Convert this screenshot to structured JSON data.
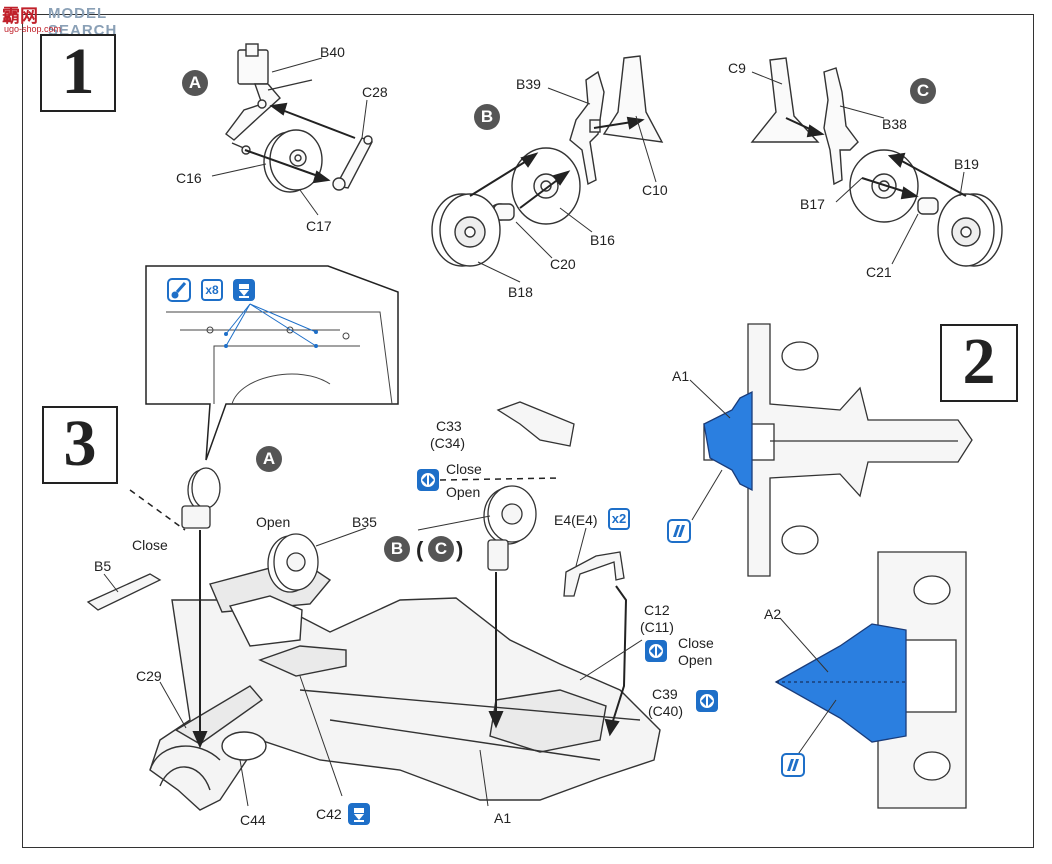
{
  "watermark": {
    "glyphs": "霸网",
    "text": "MODEL SEARCH",
    "url": "ugo-shop.com"
  },
  "steps": [
    "1",
    "2",
    "3"
  ],
  "circles": {
    "a": "A",
    "b": "B",
    "c": "C",
    "a3": "A",
    "b3": "B",
    "c3": "C"
  },
  "step1": {
    "labels": {
      "B40": "B40",
      "C28": "C28",
      "C16": "C16",
      "C17": "C17",
      "B39": "B39",
      "C10": "C10",
      "B16": "B16",
      "C20": "C20",
      "B18": "B18",
      "C9": "C9",
      "B38": "B38",
      "B17": "B17",
      "B19": "B19",
      "C21": "C21"
    }
  },
  "step2": {
    "labels": {
      "A1": "A1",
      "A2": "A2"
    }
  },
  "step3": {
    "labels": {
      "C33": "C33",
      "C34": "(C34)",
      "close1": "Close",
      "open1": "Open",
      "close_left": "Close",
      "open_left": "Open",
      "B35": "B35",
      "B5": "B5",
      "E4": "E4(E4)",
      "x2": "x2",
      "C12": "C12",
      "C11": "(C11)",
      "close2": "Close",
      "open2": "Open",
      "C39": "C39",
      "C40": "(C40)",
      "C29": "C29",
      "C44": "C44",
      "C42": "C42",
      "A1": "A1",
      "paren_open": "(",
      "paren_close": ")"
    },
    "callout_icons": {
      "x8": "x8"
    }
  },
  "colors": {
    "blue": "#1e6fc8",
    "part_fill": "#2b7fe0",
    "badge": "#555555",
    "line": "#333333"
  }
}
